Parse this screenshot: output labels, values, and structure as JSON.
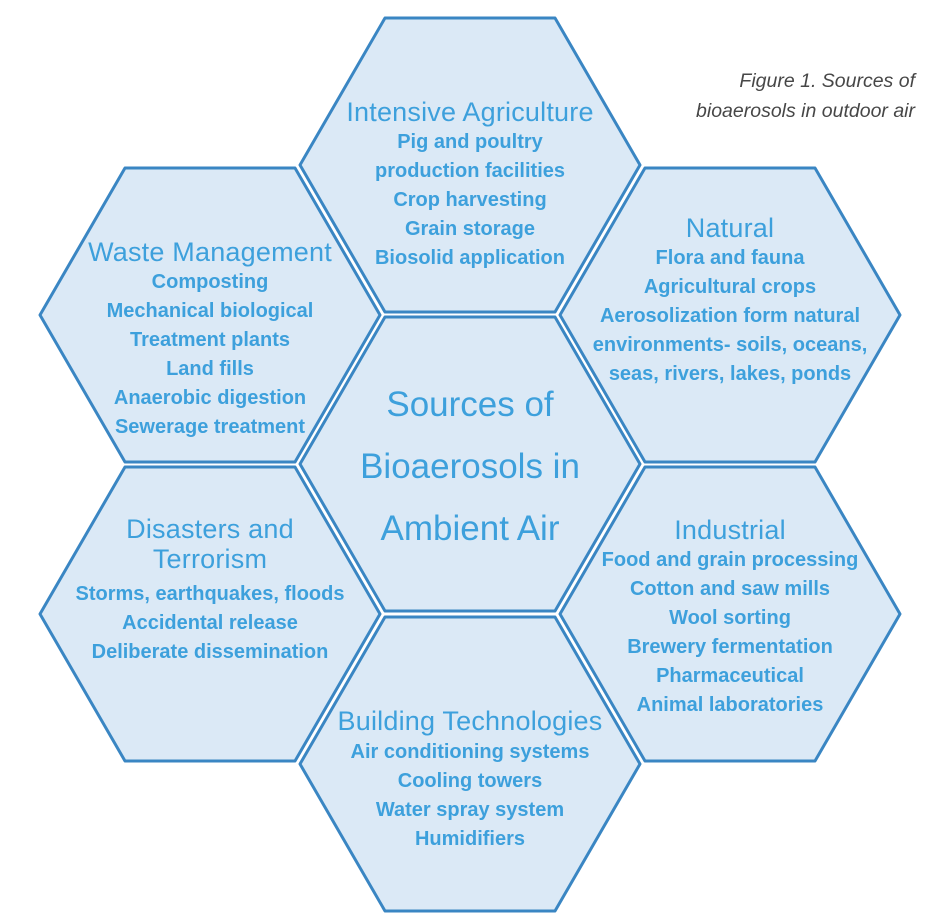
{
  "figure_caption": {
    "line1": "Figure 1. Sources of",
    "line2": "bioaerosols in outdoor air"
  },
  "center_hexagon": {
    "line1": "Sources of",
    "line2": "Bioaerosols in",
    "line3": "Ambient Air"
  },
  "hexagons": {
    "intensive_agriculture": {
      "title": "Intensive Agriculture",
      "items": [
        "Pig and poultry",
        "production facilities",
        "Crop harvesting",
        "Grain storage",
        "Biosolid application"
      ]
    },
    "waste_management": {
      "title": "Waste Management",
      "items": [
        "Composting",
        "Mechanical biological",
        "Treatment plants",
        "Land fills",
        "Anaerobic digestion",
        "Sewerage treatment"
      ]
    },
    "natural": {
      "title": "Natural",
      "items": [
        "Flora and fauna",
        "Agricultural crops",
        "Aerosolization form natural",
        "environments- soils, oceans,",
        "seas, rivers, lakes, ponds"
      ]
    },
    "disasters_terrorism": {
      "title_line1": "Disasters and",
      "title_line2": "Terrorism",
      "items": [
        "Storms, earthquakes, floods",
        "Accidental release",
        "Deliberate dissemination"
      ]
    },
    "industrial": {
      "title": "Industrial",
      "items": [
        "Food and grain processing",
        "Cotton and saw mills",
        "Wool sorting",
        "Brewery fermentation",
        "Pharmaceutical",
        "Animal laboratories"
      ]
    },
    "building_technologies": {
      "title": "Building Technologies",
      "items": [
        "Air conditioning systems",
        "Cooling towers",
        "Water spray system",
        "Humidifiers"
      ]
    }
  },
  "colors": {
    "hexagon_fill": "#dbe9f6",
    "hexagon_border": "#3a86c3",
    "text_blue": "#3da0dc",
    "caption_text": "#474747"
  }
}
